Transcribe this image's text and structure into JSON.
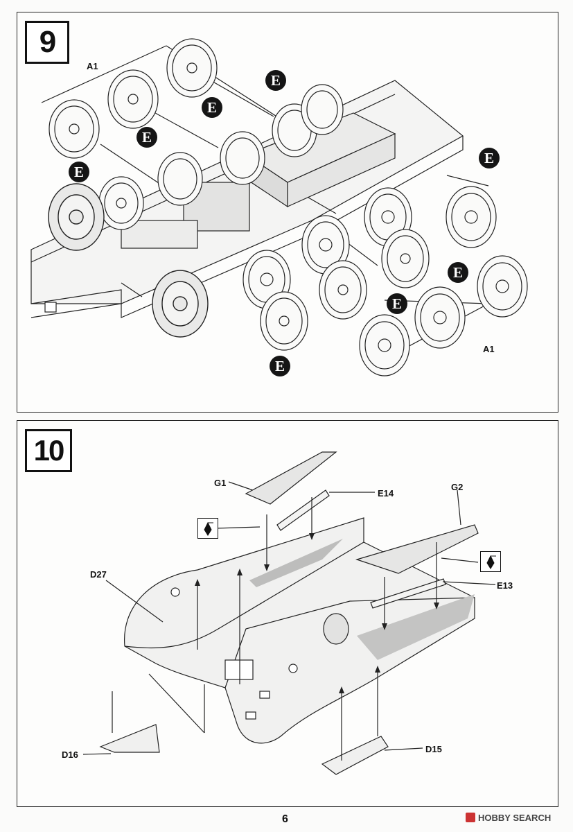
{
  "page_number": "6",
  "watermark": "HOBBY SEARCH",
  "step9": {
    "number": "9",
    "part_labels": [
      "A1",
      "A1"
    ],
    "badge_letter": "E"
  },
  "step10": {
    "number": "10",
    "part_labels": {
      "g1": "G1",
      "e14": "E14",
      "g2": "G2",
      "e13": "E13",
      "d27": "D27",
      "d16": "D16",
      "d15": "D15"
    }
  },
  "icons": {
    "glue": "glue-bottle-icon",
    "wheel": "road-wheel-icon",
    "sprocket": "drive-sprocket-icon"
  }
}
